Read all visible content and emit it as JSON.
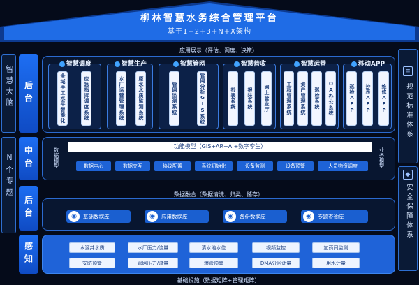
{
  "header": {
    "title": "柳林智慧水务综合管理平台",
    "subtitle": "基于1+2+3+N+X架构"
  },
  "left_labels": {
    "brain": "智慧大脑",
    "topics": "N个专题"
  },
  "tiers": [
    {
      "label": "后台"
    },
    {
      "label": "中台"
    },
    {
      "label": "后台"
    },
    {
      "label": "感知"
    }
  ],
  "app_layer": {
    "label": "应用展示（评估、调度、决策）",
    "groups": [
      {
        "title": "智慧调度",
        "items": [
          "全域手工水平智能化",
          "应急指挥调度系统"
        ]
      },
      {
        "title": "智慧生产",
        "items": [
          "水厂运营管理系统",
          "原水水质监测系统"
        ]
      },
      {
        "title": "智慧管网",
        "items": [
          "管网监测系统",
          "管网分析GIS系统"
        ]
      },
      {
        "title": "智慧营收",
        "items": [
          "抄表系统",
          "报装系统",
          "网上营业厅"
        ]
      },
      {
        "title": "智慧运营",
        "items": [
          "工程管理系统",
          "资产管理系统",
          "巡检系统",
          "OA办公系统"
        ]
      },
      {
        "title": "移动APP",
        "items": [
          "巡检APP",
          "抄表APP",
          "维修APP"
        ]
      }
    ]
  },
  "middle_layer": {
    "label": "功能模型（GIS+AR+AI+数字孪生）",
    "left_tag": "数据模型",
    "right_tag": "业务模型",
    "items": [
      "数据中心",
      "数据交互",
      "协议配置",
      "系统初始化",
      "设备监测",
      "设备预警",
      "人员物资调度"
    ]
  },
  "data_layer": {
    "label": "数据融合（数据清洗、归类、储存）",
    "items": [
      {
        "icon": "database-icon",
        "label": "基础数据库"
      },
      {
        "icon": "database-icon",
        "label": "应用数据库"
      },
      {
        "icon": "database-icon",
        "label": "备份数据库"
      },
      {
        "icon": "database-icon",
        "label": "专题查询库"
      }
    ]
  },
  "sense_layer": {
    "items": [
      "水源井水质",
      "水厂压力/流量",
      "清水池水位",
      "视频监控",
      "加药间监测",
      "安防预警",
      "管网压力/流量",
      "爆管预警",
      "DMA分区计量",
      "用水计量"
    ]
  },
  "bottom_label": "基础设施（数据矩阵+管理矩阵）",
  "right_column": {
    "top": "规范标准体系",
    "bottom": "安全保障体系"
  },
  "colors": {
    "accent": "#1d6ef2",
    "background": "#050b1a",
    "roof": "#1f6ce6"
  }
}
